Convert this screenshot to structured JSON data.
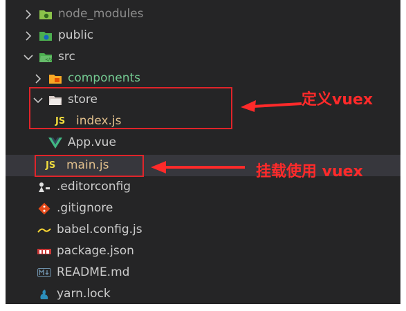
{
  "tree": [
    {
      "label": "node_modules",
      "type": "folder",
      "icon": "node-modules-folder-icon",
      "expanded": false,
      "depth": 0,
      "color": "#8c8c8c"
    },
    {
      "label": "public",
      "type": "folder",
      "icon": "public-folder-icon",
      "expanded": false,
      "depth": 0,
      "color": "#cccccc"
    },
    {
      "label": "src",
      "type": "folder",
      "icon": "src-folder-icon",
      "expanded": true,
      "depth": 0,
      "color": "#cccccc"
    },
    {
      "label": "components",
      "type": "folder",
      "icon": "components-folder-icon",
      "expanded": false,
      "depth": 1,
      "color": "#73c991"
    },
    {
      "label": "store",
      "type": "folder",
      "icon": "store-folder-icon",
      "expanded": true,
      "depth": 1,
      "color": "#cccccc"
    },
    {
      "label": "index.js",
      "type": "file",
      "icon": "js-file-icon",
      "badge": "JS",
      "depth": 2,
      "color": "#e2c08d"
    },
    {
      "label": "App.vue",
      "type": "file",
      "icon": "vue-file-icon",
      "depth": 1,
      "color": "#cccccc"
    },
    {
      "label": "main.js",
      "type": "file",
      "icon": "js-file-icon",
      "badge": "JS",
      "depth": 1,
      "color": "#e2c08d",
      "selected": true
    },
    {
      "label": ".editorconfig",
      "type": "file",
      "icon": "editorconfig-icon",
      "depth": 0,
      "color": "#cccccc"
    },
    {
      "label": ".gitignore",
      "type": "file",
      "icon": "git-icon",
      "depth": 0,
      "color": "#cccccc"
    },
    {
      "label": "babel.config.js",
      "type": "file",
      "icon": "babel-icon",
      "depth": 0,
      "color": "#cccccc"
    },
    {
      "label": "package.json",
      "type": "file",
      "icon": "npm-icon",
      "depth": 0,
      "color": "#cccccc"
    },
    {
      "label": "README.md",
      "type": "file",
      "icon": "markdown-icon",
      "depth": 0,
      "color": "#cccccc"
    },
    {
      "label": "yarn.lock",
      "type": "file",
      "icon": "yarn-icon",
      "depth": 0,
      "color": "#cccccc"
    }
  ],
  "annotations": {
    "define": "定义vuex",
    "mount": "挂载使用 vuex",
    "color": "#ff2a2a"
  },
  "colors": {
    "background": "#252526",
    "selected": "#37373d",
    "js_badge": "#f1dd3f",
    "vue_green": "#41b883"
  }
}
